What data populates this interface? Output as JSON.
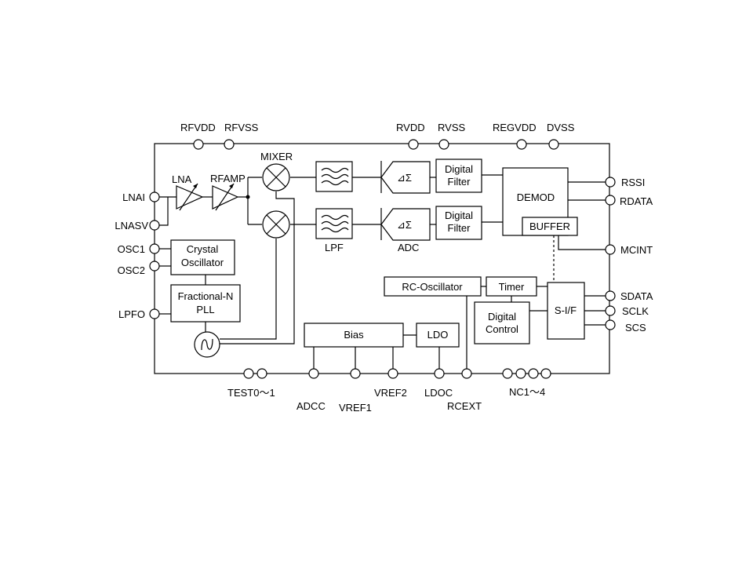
{
  "pins": {
    "top": [
      "RFVDD",
      "RFVSS",
      "RVDD",
      "RVSS",
      "REGVDD",
      "DVSS"
    ],
    "left": [
      "LNAI",
      "LNASV",
      "OSC1",
      "OSC2",
      "LPFO"
    ],
    "right": [
      "RSSI",
      "RDATA",
      "MCINT",
      "SDATA",
      "SCLK",
      "SCS"
    ],
    "bottom": [
      "TEST0～1",
      "ADCC",
      "VREF1",
      "VREF2",
      "LDOC",
      "RCEXT",
      "NC1～4"
    ]
  },
  "blocks": {
    "lna": "LNA",
    "rfamp": "RFAMP",
    "mixer": "MIXER",
    "lpf": "LPF",
    "adc": "ADC",
    "adc_symbol": "⊿Σ",
    "digital_filter": [
      "Digital",
      "Filter"
    ],
    "demod": "DEMOD",
    "buffer": "BUFFER",
    "crystal_oscillator": [
      "Crystal",
      "Oscillator"
    ],
    "fractional_n_pll": [
      "Fractional-N",
      "PLL"
    ],
    "rc_oscillator": "RC-Oscillator",
    "timer": "Timer",
    "digital_control": [
      "Digital",
      "Control"
    ],
    "sif": "S-I/F",
    "bias": "Bias",
    "ldo": "LDO"
  }
}
